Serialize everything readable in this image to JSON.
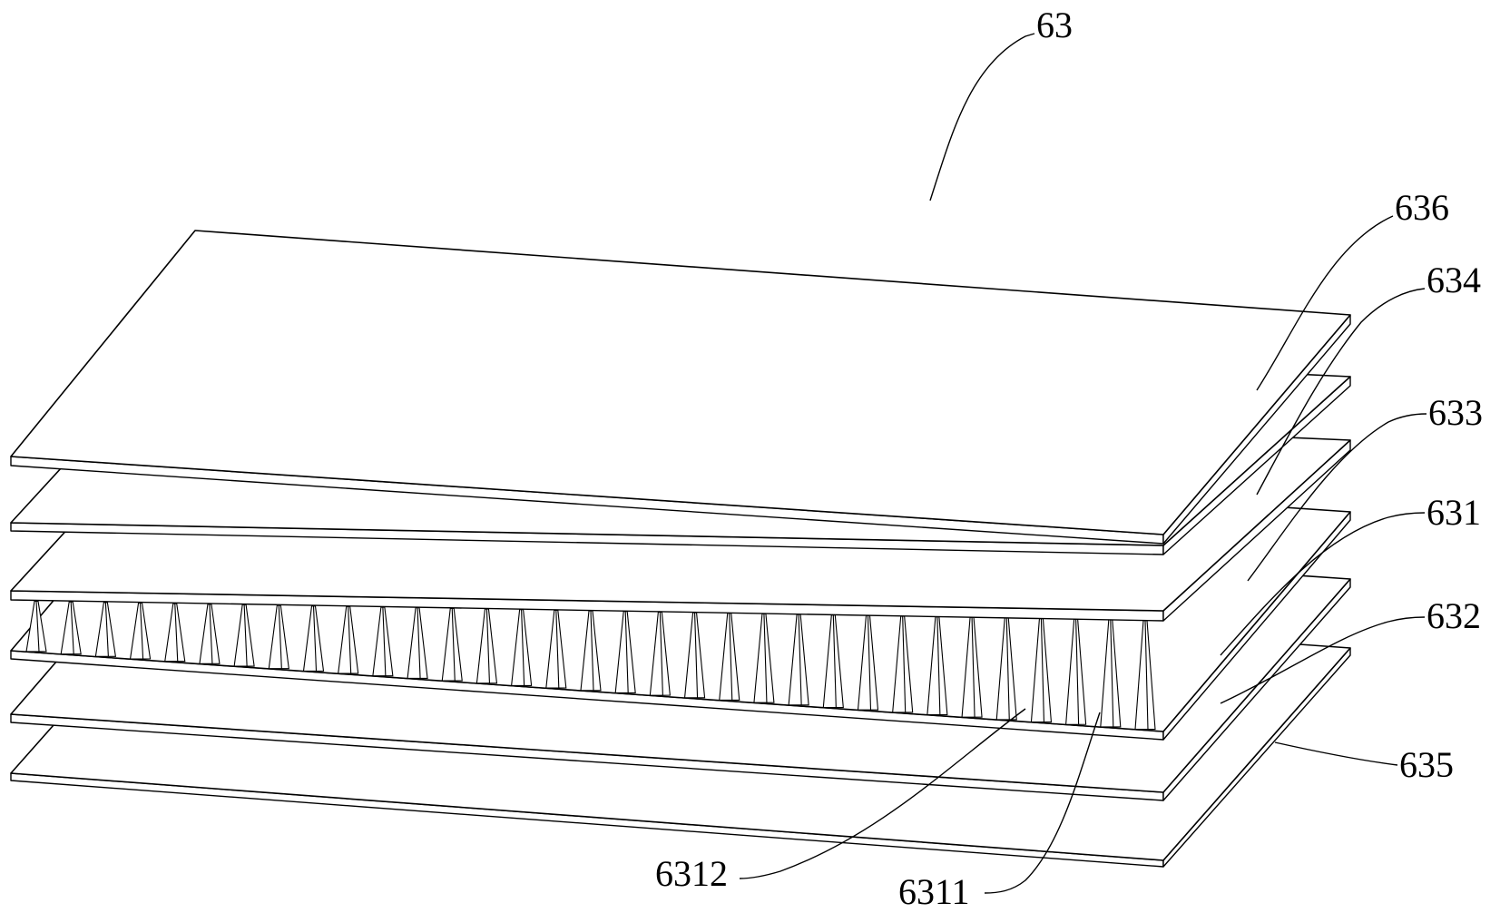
{
  "labels": {
    "assembly": "63",
    "top_plate": "636",
    "plate_634": "634",
    "plate_633": "633",
    "plate_631": "631",
    "plate_632": "632",
    "bottom_plate": "635",
    "fin_6312": "6312",
    "fin_6311": "6311"
  },
  "colors": {
    "line": "#000000",
    "background": "#ffffff"
  }
}
